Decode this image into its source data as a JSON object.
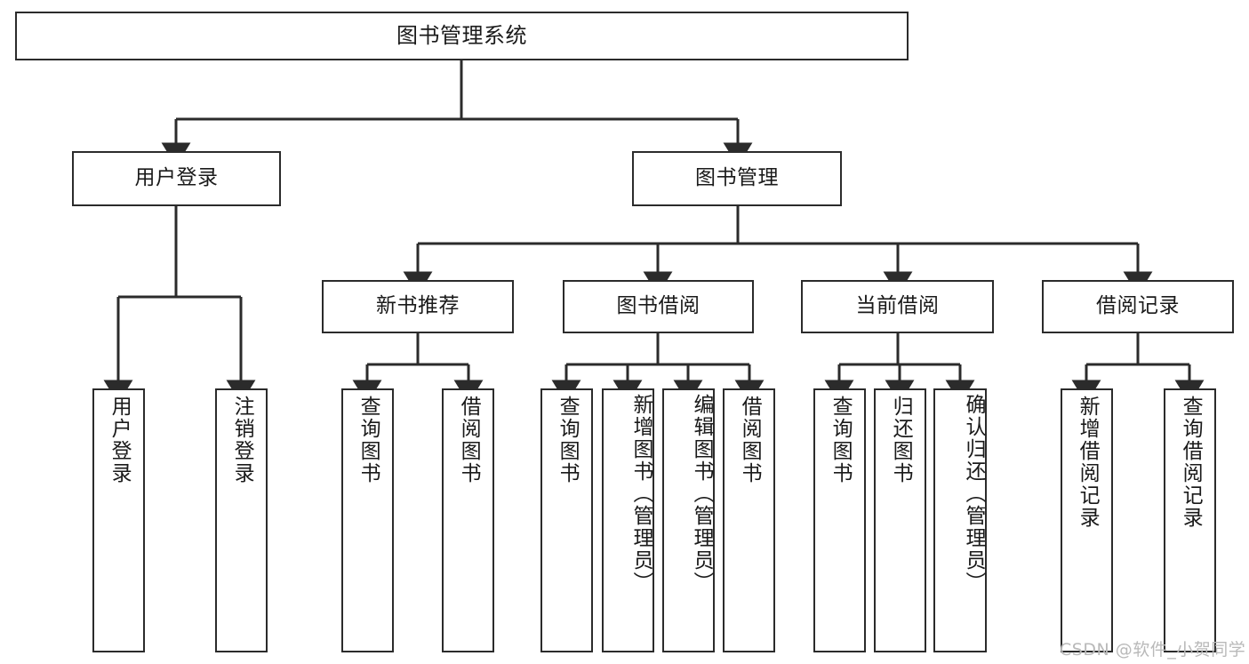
{
  "diagram": {
    "title": "图书管理系统",
    "type": "tree",
    "watermark": "CSDN @软件_小贺同学",
    "colors": {
      "stroke": "#2b2b2b",
      "fill": "#ffffff",
      "text": "#1a1a1a",
      "watermark": "#b9b9b9"
    },
    "tiers": {
      "root": {
        "label": "图书管理系统"
      },
      "level2": [
        {
          "label": "用户登录"
        },
        {
          "label": "图书管理"
        }
      ],
      "level3": [
        {
          "label": "新书推荐"
        },
        {
          "label": "图书借阅"
        },
        {
          "label": "当前借阅"
        },
        {
          "label": "借阅记录"
        }
      ],
      "leaves": {
        "user_login": [
          {
            "label": "用户登录"
          },
          {
            "label": "注销登录"
          }
        ],
        "new_book_recommend": [
          {
            "label": "查询图书"
          },
          {
            "label": "借阅图书"
          }
        ],
        "book_borrow": [
          {
            "label": "查询图书"
          },
          {
            "label": "新增图书（管理员）"
          },
          {
            "label": "编辑图书（管理员）"
          },
          {
            "label": "借阅图书"
          }
        ],
        "current_borrow": [
          {
            "label": "查询图书"
          },
          {
            "label": "归还图书"
          },
          {
            "label": "确认归还（管理员）"
          }
        ],
        "borrow_record": [
          {
            "label": "新增借阅记录"
          },
          {
            "label": "查询借阅记录"
          }
        ]
      }
    }
  }
}
